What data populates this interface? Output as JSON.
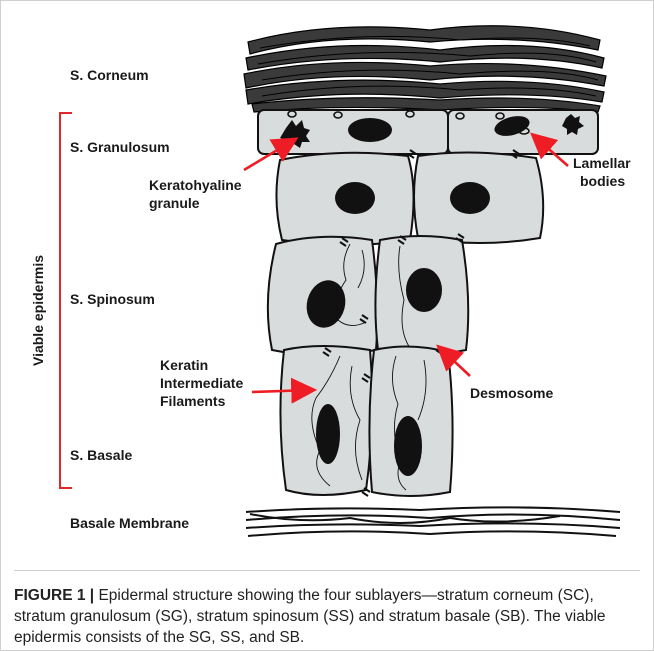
{
  "labels": {
    "corneum": "S. Corneum",
    "granulosum": "S. Granulosum",
    "spinosum": "S. Spinosum",
    "basale": "S. Basale",
    "membrane": "Basale Membrane",
    "viable": "Viable epidermis",
    "keratohyaline_1": "Keratohyaline",
    "keratohyaline_2": "granule",
    "lamellar_1": "Lamellar",
    "lamellar_2": "bodies",
    "keratin_1": "Keratin",
    "keratin_2": "Intermediate",
    "keratin_3": "Filaments",
    "desmosome": "Desmosome"
  },
  "caption": {
    "figure_number": "FIGURE 1 |",
    "text": " Epidermal structure showing the four sublayers—stratum corneum (SC), stratum granulosum (SG), stratum spinosum (SS) and stratum basale (SB). The viable epidermis consists of the SG, SS, and SB."
  },
  "colors": {
    "cell_fill": "#d9dcdc",
    "outline": "#111111",
    "bracket": "#e0282b",
    "arrow": "#ee1c24"
  }
}
